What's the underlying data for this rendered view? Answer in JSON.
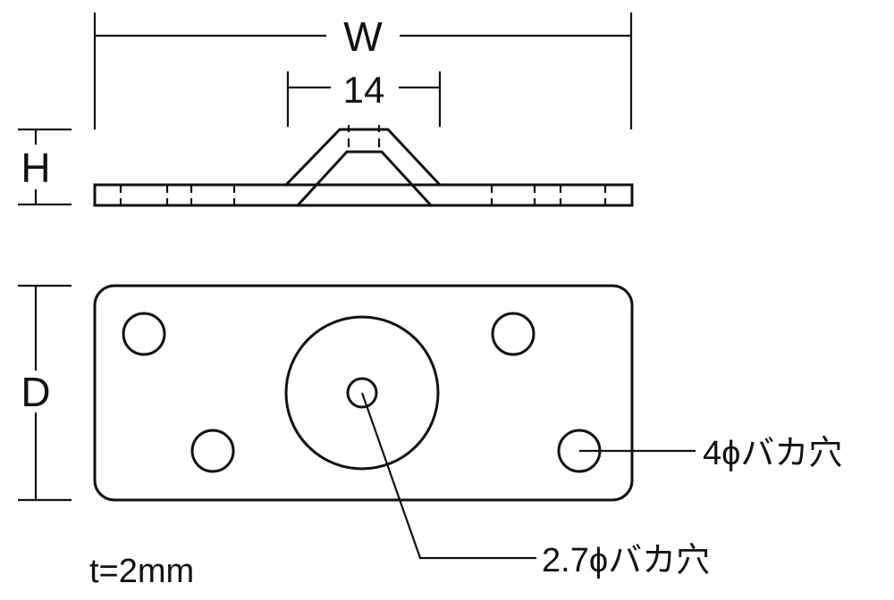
{
  "dimensions": {
    "width_label": "W",
    "center_width_label": "14",
    "height_label": "H",
    "depth_label": "D"
  },
  "callouts": {
    "mount_hole": "4ϕバカ穴",
    "center_hole": "2.7ϕバカ穴"
  },
  "notes": {
    "thickness": "t=2mm"
  }
}
